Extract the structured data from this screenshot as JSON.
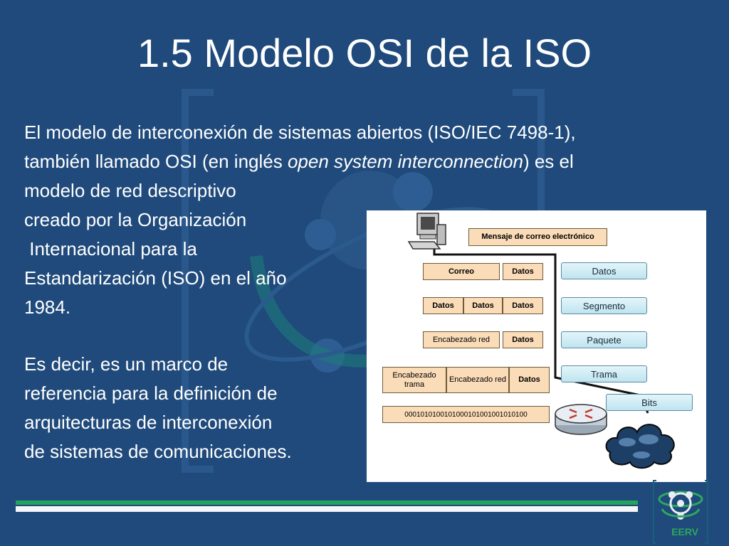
{
  "slide": {
    "title": "1.5 Modelo OSI de la ISO",
    "paragraph1": {
      "line1": "El modelo de interconexión de sistemas abiertos (ISO/IEC 7498-1),",
      "line2_pre": "también llamado OSI (en inglés ",
      "line2_italic": "open system interconnection",
      "line2_post": ") es el",
      "line3": "modelo de red descriptivo",
      "line4": "creado por la Organización",
      "line5": " Internacional para la",
      "line6": "Estandarización (ISO) en el año",
      "line7": "1984."
    },
    "paragraph2": {
      "line1": "Es decir, es un marco de",
      "line2": "referencia para la definición de",
      "line3": "arquitecturas de interconexión",
      "line4": "de sistemas de comunicaciones."
    }
  },
  "diagram": {
    "message_label": "Mensaje de correo electrónico",
    "row1": [
      "Correo",
      "Datos"
    ],
    "row2": [
      "Datos",
      "Datos",
      "Datos"
    ],
    "row3": [
      "Encabezado red",
      "Datos"
    ],
    "row4": [
      "Encabezado trama",
      "Encabezado red",
      "Datos"
    ],
    "bits_string": "0001010100101000101001001010100",
    "layers": [
      "Datos",
      "Segmento",
      "Paquete",
      "Trama",
      "Bits"
    ]
  },
  "logo": {
    "label": "EERV"
  },
  "colors": {
    "background": "#1f4a7b",
    "box_fill": "#fbdcb8",
    "layer_fill": "#cdeaf3",
    "accent_green": "#22a55a"
  },
  "icons": [
    "computer-icon",
    "router-icon",
    "cloud-icon",
    "eerv-logo-icon"
  ]
}
